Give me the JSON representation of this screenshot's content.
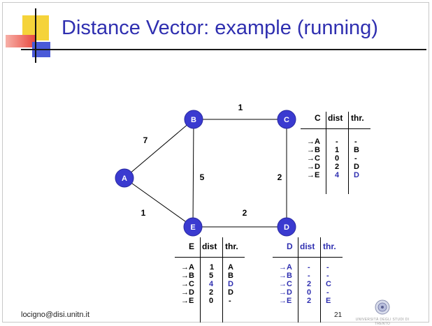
{
  "slide": {
    "title": "Distance Vector: example (running)",
    "footer": "locigno@disi.unitn.it",
    "page_number": "21",
    "university_caption": "UNIVERSITÀ DEGLI STUDI DI TRENTO"
  },
  "graph": {
    "nodes": [
      "A",
      "B",
      "C",
      "D",
      "E"
    ],
    "edges": [
      {
        "from": "B",
        "to": "C",
        "cost": "1"
      },
      {
        "from": "A",
        "to": "B",
        "cost": "7"
      },
      {
        "from": "B",
        "to": "E",
        "cost": "5"
      },
      {
        "from": "C",
        "to": "D",
        "cost": "2"
      },
      {
        "from": "A",
        "to": "E",
        "cost": "1"
      },
      {
        "from": "E",
        "to": "D",
        "cost": "2"
      }
    ],
    "node_color": "#3a3ad0"
  },
  "tables": {
    "c": {
      "headers": [
        "C",
        "dist",
        "thr."
      ],
      "rows": [
        {
          "dest": "→A",
          "dist": "-",
          "thr": "-"
        },
        {
          "dest": "→B",
          "dist": "1",
          "thr": "B"
        },
        {
          "dest": "→C",
          "dist": "0",
          "thr": "-"
        },
        {
          "dest": "→D",
          "dist": "2",
          "thr": "D"
        },
        {
          "dest": "→E",
          "dist": "4",
          "thr": "D"
        }
      ]
    },
    "e": {
      "headers": [
        "E",
        "dist",
        "thr."
      ],
      "rows": [
        {
          "dest": "→A",
          "dist": "1",
          "thr": "A"
        },
        {
          "dest": "→B",
          "dist": "5",
          "thr": "B"
        },
        {
          "dest": "→C",
          "dist": "4",
          "thr": "D"
        },
        {
          "dest": "→D",
          "dist": "2",
          "thr": "D"
        },
        {
          "dest": "→E",
          "dist": "0",
          "thr": "-"
        }
      ]
    },
    "d": {
      "headers": [
        "D",
        "dist",
        "thr."
      ],
      "rows": [
        {
          "dest": "→A",
          "dist": "-",
          "thr": "-"
        },
        {
          "dest": "→B",
          "dist": "-",
          "thr": "-"
        },
        {
          "dest": "→C",
          "dist": "2",
          "thr": "C"
        },
        {
          "dest": "→D",
          "dist": "0",
          "thr": "-"
        },
        {
          "dest": "→E",
          "dist": "2",
          "thr": "E"
        }
      ]
    }
  },
  "colors": {
    "title": "#2f2fb0",
    "highlight": "#2f2fb0",
    "deco_yellow": "#f5d33a",
    "deco_red": "#e8443a",
    "deco_blue": "#4a5ad8"
  }
}
